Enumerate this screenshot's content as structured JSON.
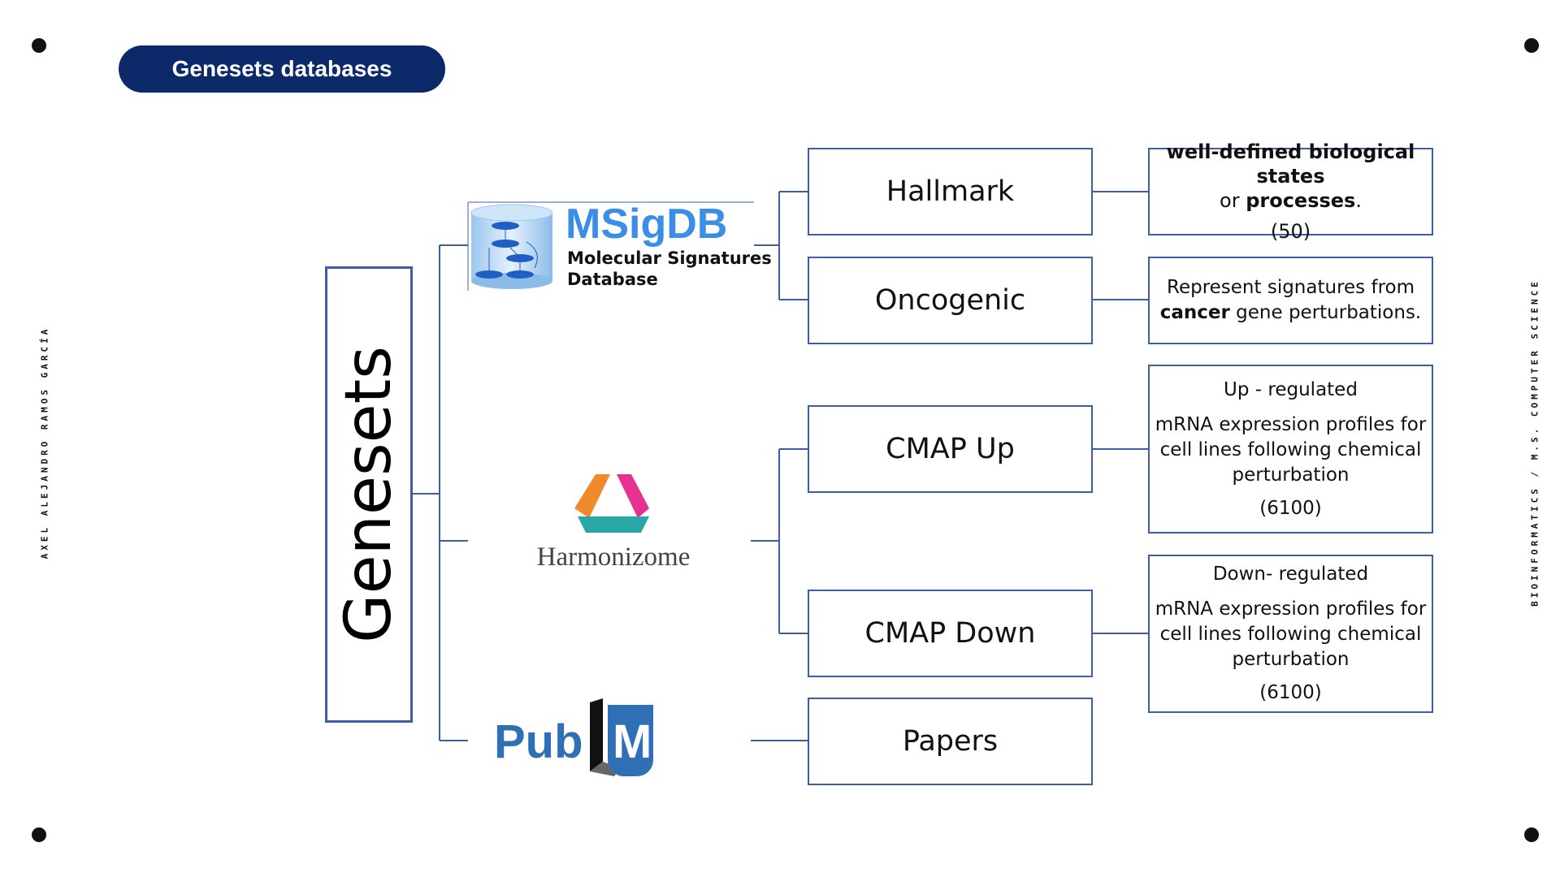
{
  "header": {
    "title": "Genesets databases"
  },
  "side_left": "AXEL ALEJANDRO RAMOS GARCÍA",
  "side_right": "BIOINFORMATICS / M.S. COMPUTER SCIENCE",
  "root": {
    "label": "Genesets"
  },
  "sources": {
    "msigdb": {
      "name": "MSigDB",
      "line1": "Molecular Signatures",
      "line2": "Database"
    },
    "harmonizome": {
      "name": "Harmonizome"
    },
    "pubmed": {
      "part1": "Pub",
      "part2": "Med"
    }
  },
  "categories": {
    "hallmark": "Hallmark",
    "oncogenic": "Oncogenic",
    "cmap_up": "CMAP Up",
    "cmap_down": "CMAP Down",
    "papers": "Papers"
  },
  "descriptions": {
    "hallmark": {
      "bold1": "well-defined biological states",
      "or": "or ",
      "bold2": "processes",
      "dot": ".",
      "count": "(50)"
    },
    "oncogenic": {
      "line1": "Represent signatures from",
      "bold": "cancer",
      "rest": " gene perturbations."
    },
    "cmap_up": {
      "title": "Up -  regulated",
      "l1": "mRNA expression profiles for",
      "l2": "cell lines following chemical",
      "l3": "perturbation",
      "count": "(6100)"
    },
    "cmap_down": {
      "title": "Down-  regulated",
      "l1": "mRNA expression profiles for",
      "l2": "cell lines following chemical",
      "l3": "perturbation",
      "count": "(6100)"
    }
  },
  "colors": {
    "accent": "#0c2a6a",
    "border": "#3d5da8",
    "msig_blue": "#3a8ee6",
    "pubmed_blue": "#2f6fb6"
  }
}
